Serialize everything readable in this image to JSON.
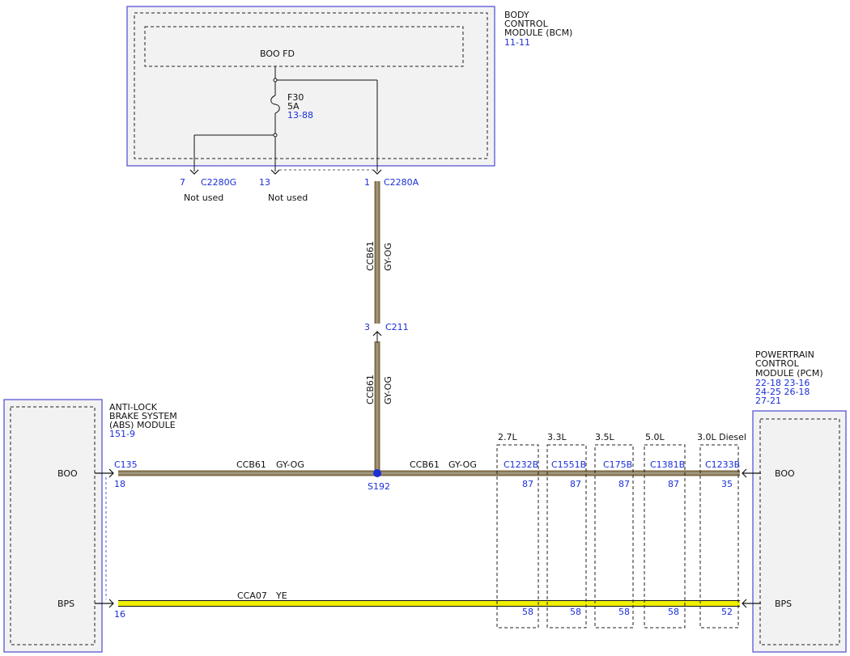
{
  "colors": {
    "module_border": "#4a4ad0",
    "module_fill": "#f2f2f2",
    "wire_gy_og_outer": "#7f6a45",
    "wire_gy_og_core": "#a09880",
    "wire_ye": "#f0f000",
    "ref_blue": "#1a2fd6",
    "splice_dot": "#1a2fd6"
  },
  "bcm": {
    "name_lines": [
      "BODY",
      "CONTROL",
      "MODULE (BCM)"
    ],
    "ref": "11-11",
    "inner_label": "BOO FD",
    "fuse": {
      "name": "F30",
      "rating": "5A",
      "ref": "13-88"
    },
    "pins": [
      {
        "pin": "7",
        "connector": "C2280G",
        "note": "Not used"
      },
      {
        "pin": "13",
        "connector": "",
        "note": "Not used"
      },
      {
        "pin": "1",
        "connector": "C2280A",
        "note": ""
      }
    ]
  },
  "vertical_wire": {
    "upper": {
      "circuit": "CCB61",
      "color": "GY-OG"
    },
    "inline": {
      "pin": "3",
      "connector": "C211"
    },
    "lower": {
      "circuit": "CCB61",
      "color": "GY-OG"
    },
    "splice": "S192"
  },
  "abs": {
    "name_lines": [
      "ANTI-LOCK",
      "BRAKE SYSTEM",
      "(ABS) MODULE"
    ],
    "ref": "151-9",
    "connector": "C135",
    "pins": [
      {
        "label": "BOO",
        "pin": "18"
      },
      {
        "label": "BPS",
        "pin": "16"
      }
    ]
  },
  "boo_wire": {
    "left": {
      "circuit": "CCB61",
      "color": "GY-OG"
    },
    "right": {
      "circuit": "CCB61",
      "color": "GY-OG"
    }
  },
  "bps_wire": {
    "circuit": "CCA07",
    "color": "YE"
  },
  "pcm": {
    "name_lines": [
      "POWERTRAIN",
      "CONTROL",
      "MODULE (PCM)"
    ],
    "refs": [
      "22-18 23-16",
      "24-25 26-18",
      "27-21"
    ],
    "pins": [
      "BOO",
      "BPS"
    ]
  },
  "engine_variants": [
    {
      "engine": "2.7L",
      "connector": "C1232B",
      "boo_pin": "87",
      "bps_pin": "58"
    },
    {
      "engine": "3.3L",
      "connector": "C1551B",
      "boo_pin": "87",
      "bps_pin": "58"
    },
    {
      "engine": "3.5L",
      "connector": "C175B",
      "boo_pin": "87",
      "bps_pin": "58"
    },
    {
      "engine": "5.0L",
      "connector": "C1381B",
      "boo_pin": "87",
      "bps_pin": "58"
    },
    {
      "engine": "3.0L Diesel",
      "connector": "C1233B",
      "boo_pin": "35",
      "bps_pin": "52"
    }
  ]
}
